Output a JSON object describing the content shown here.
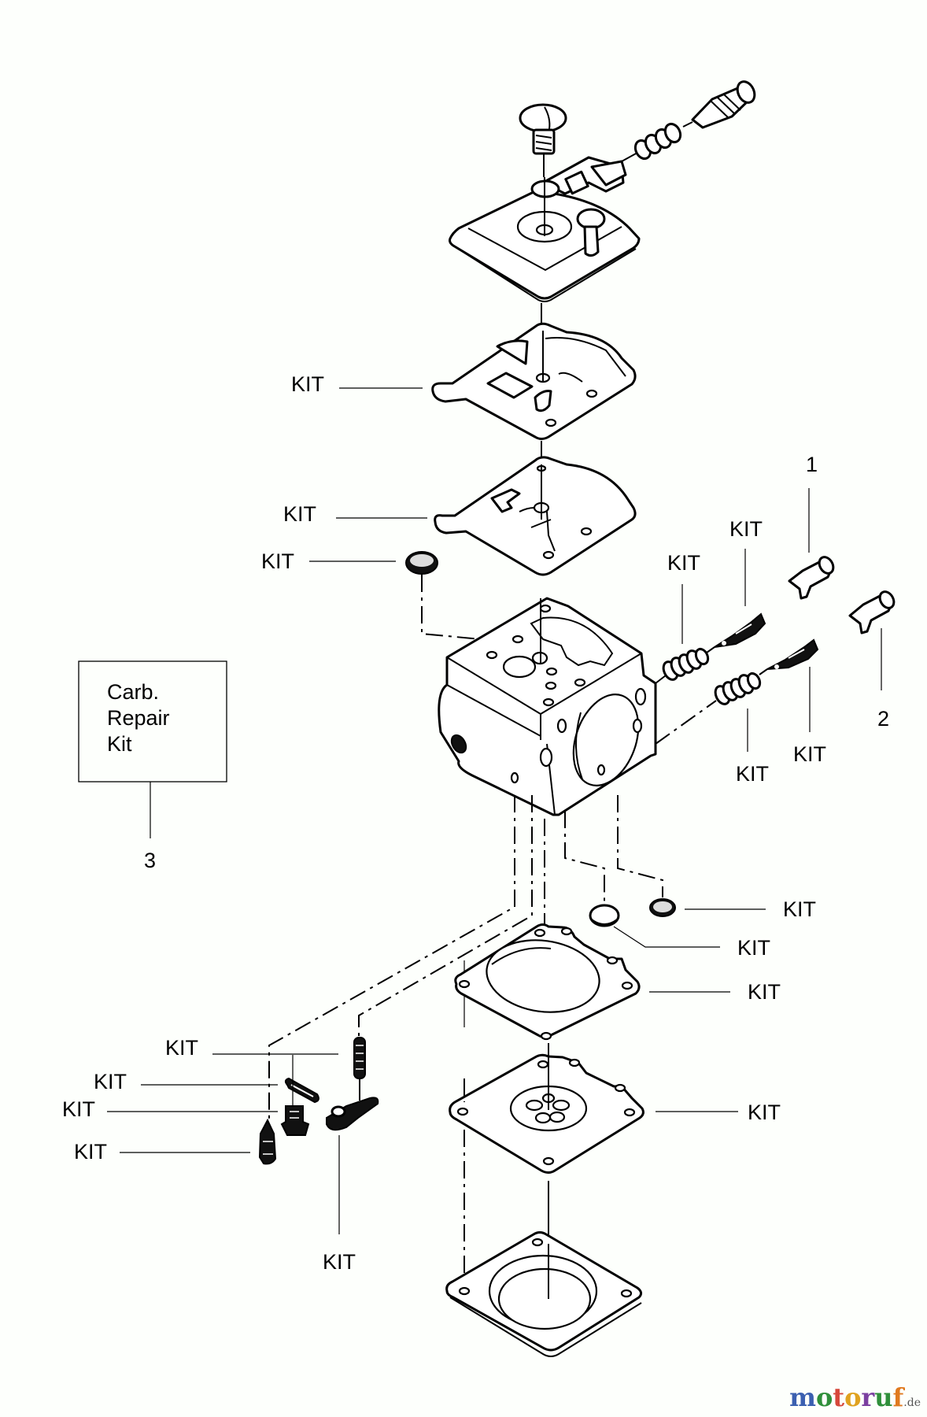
{
  "diagram": {
    "title": "Carburetor exploded view",
    "repair_kit_box": {
      "lines": [
        "Carb.",
        "Repair",
        "Kit"
      ],
      "ref_number": "3"
    },
    "callouts": {
      "kit_label": "KIT",
      "part_1": "1",
      "part_2": "2"
    },
    "kit_labels": [
      {
        "id": "pump-gasket",
        "text": "KIT"
      },
      {
        "id": "pump-diaphragm",
        "text": "KIT"
      },
      {
        "id": "inlet-screen",
        "text": "KIT"
      },
      {
        "id": "spring-upper",
        "text": "KIT"
      },
      {
        "id": "needle-upper",
        "text": "KIT"
      },
      {
        "id": "needle-lower",
        "text": "KIT"
      },
      {
        "id": "spring-lower",
        "text": "KIT"
      },
      {
        "id": "welch-screen",
        "text": "KIT"
      },
      {
        "id": "welch-plug",
        "text": "KIT"
      },
      {
        "id": "metering-gasket",
        "text": "KIT"
      },
      {
        "id": "metering-diaphragm",
        "text": "KIT"
      },
      {
        "id": "lever-spring",
        "text": "KIT"
      },
      {
        "id": "lever-pin",
        "text": "KIT"
      },
      {
        "id": "pin-screw",
        "text": "KIT"
      },
      {
        "id": "inlet-needle",
        "text": "KIT"
      },
      {
        "id": "metering-lever",
        "text": "KIT"
      }
    ]
  },
  "watermark": {
    "letters": [
      "m",
      "o",
      "t",
      "o",
      "r",
      "u",
      "f"
    ],
    "colors": [
      "#3b5fb0",
      "#2f8f3a",
      "#d6483b",
      "#e0a21f",
      "#7b3fa0",
      "#2f8f3a",
      "#e07a1f"
    ],
    "suffix": ".de"
  }
}
